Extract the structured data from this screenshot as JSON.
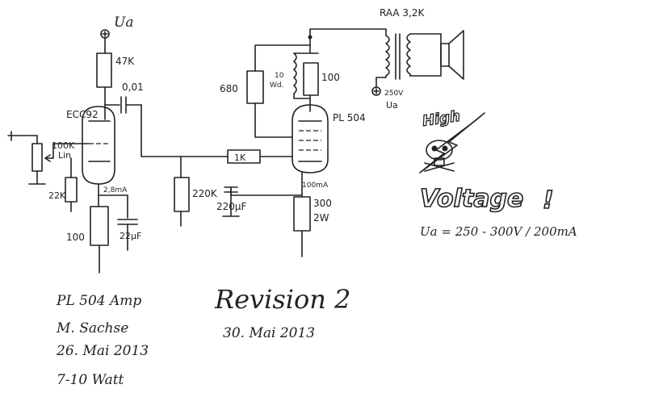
{
  "supply": {
    "ua_top": "Ua",
    "ua_out": "Ua",
    "out_voltage": "250V"
  },
  "transformer": {
    "label": "RAA 3,2K"
  },
  "components": {
    "r_anode": "47K",
    "c_coupling": "0,01",
    "tube_pre": "ECC92",
    "pot": "100K",
    "pot_curve": "Lin",
    "r_grid_pre": "22K",
    "current_pre": "2,8mA",
    "r_cathode_pre": "100",
    "c_cathode_pre": "22µF",
    "r_grid_leak": "220K",
    "r_grid_stop": "1K",
    "r_screen": "680",
    "choke_value": "10",
    "choke_unit": "Wd.",
    "r_anode_out": "100",
    "tube_out": "PL 504",
    "current_out": "100mA",
    "c_cathode_out": "220µF",
    "r_cathode_out_value": "300",
    "r_cathode_out_power": "2W"
  },
  "warning": {
    "high": "High",
    "voltage": "Voltage",
    "bang": "!"
  },
  "spec": "Ua = 250 - 300V / 200mA",
  "notes": {
    "line1": "PL 504  Amp",
    "line2": "M. Sachse",
    "line3": "26. Mai 2013",
    "line4": "7-10 Watt"
  },
  "revision": {
    "title": "Revision 2",
    "date": "30. Mai 2013"
  }
}
